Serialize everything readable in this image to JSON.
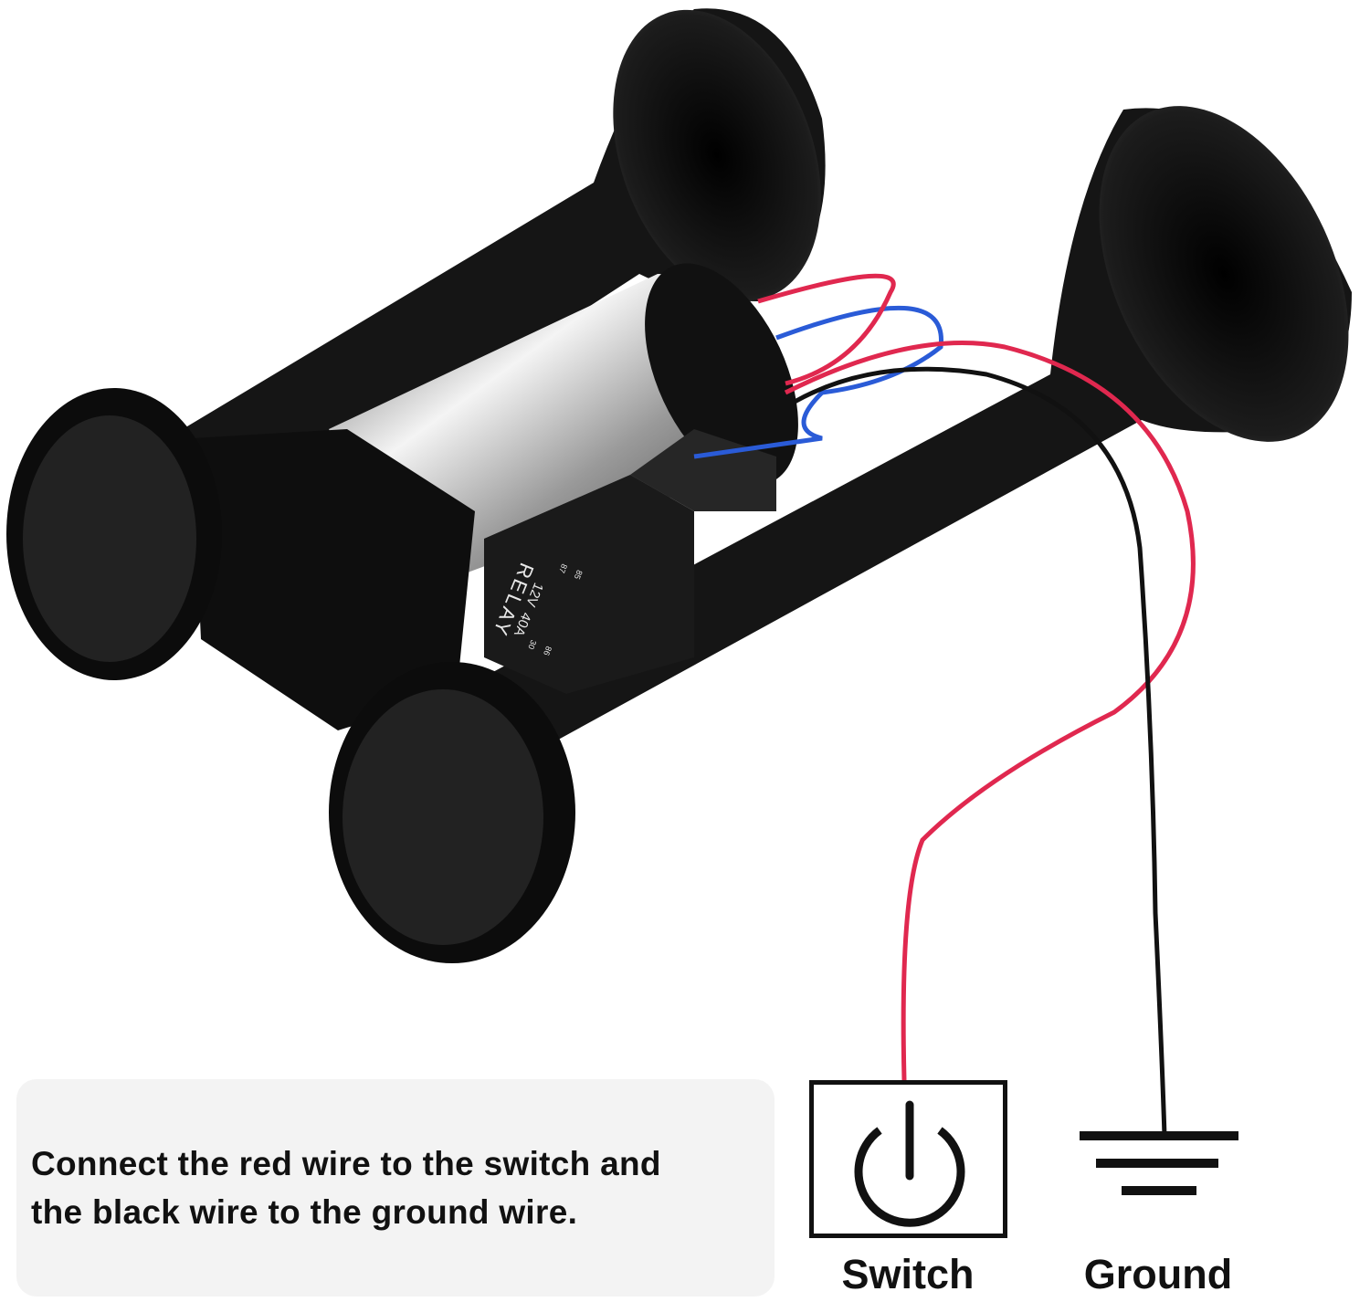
{
  "product": {
    "relay_label": [
      "RELAY",
      "12V",
      "40A"
    ],
    "relay_pins": [
      "85",
      "86",
      "87",
      "30"
    ],
    "wire_colors": {
      "switch": "#e0284f",
      "ground": "#111111",
      "blue": "#2a5bd7"
    }
  },
  "instruction": {
    "line1": "Connect the red wire to the switch and",
    "line2": "the black wire to the ground wire."
  },
  "switch": {
    "label": "Switch",
    "icon": "power-icon"
  },
  "ground": {
    "label": "Ground",
    "icon": "ground-icon"
  }
}
